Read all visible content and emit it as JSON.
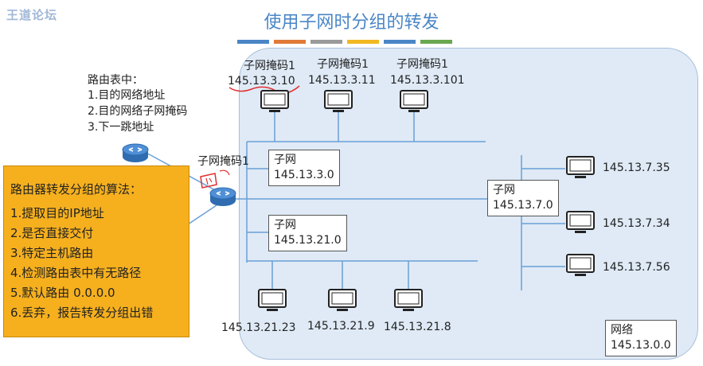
{
  "watermark": "王道论坛",
  "title": "使用子网时分组的转发",
  "title_bar_colors": [
    "#4a86c6",
    "#e07b39",
    "#9a9a9a",
    "#f2b824",
    "#4a86c6",
    "#6aa84f"
  ],
  "routing_table": {
    "heading": "路由表中：",
    "items": [
      "1.目的网络地址",
      "2.目的网络子网掩码",
      "3.下一跳地址"
    ]
  },
  "router_mask_label": "子网掩码1",
  "top_hosts": [
    {
      "mask": "子网掩码1",
      "ip": "145.13.3.10"
    },
    {
      "mask": "子网掩码1",
      "ip": "145.13.3.11"
    },
    {
      "mask": "子网掩码1",
      "ip": "145.13.3.101"
    }
  ],
  "subnets": [
    {
      "label": "子网",
      "address": "145.13.3.0"
    },
    {
      "label": "子网",
      "address": "145.13.21.0"
    },
    {
      "label": "子网",
      "address": "145.13.7.0"
    }
  ],
  "right_hosts": [
    "145.13.7.35",
    "145.13.7.34",
    "145.13.7.56"
  ],
  "bottom_hosts": [
    "145.13.21.23",
    "145.13.21.9",
    "145.13.21.8"
  ],
  "network": {
    "label": "网络",
    "address": "145.13.0.0"
  },
  "algorithm": {
    "heading": "路由器转发分组的算法：",
    "steps": [
      "1.提取目的IP地址",
      "2.是否直接交付",
      "3.特定主机路由",
      "4.检测路由表中有无路径",
      "5.默认路由 0.0.0.0",
      "6.丢弃，报告转发分组出错"
    ]
  }
}
